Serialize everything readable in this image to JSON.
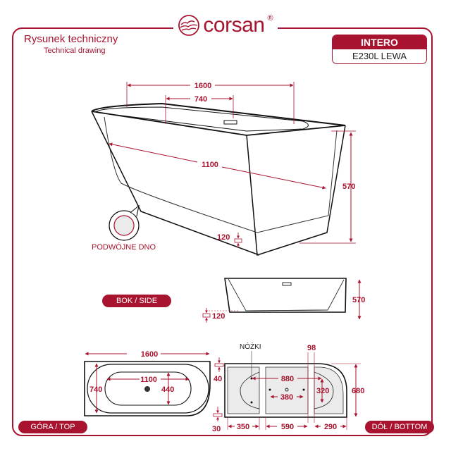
{
  "brand": {
    "name": "corsan",
    "registered": "®",
    "accent_color": "#a8132f"
  },
  "header": {
    "title_pl": "Rysunek techniczny",
    "title_en": "Technical drawing"
  },
  "model": {
    "name": "INTERO",
    "code": "E230L LEWA"
  },
  "views": {
    "perspective": {
      "dims": {
        "length": "1600",
        "inner_length_top": "740",
        "inner_length": "1100",
        "height": "570",
        "bottom_thickness": "120"
      },
      "callout": "PODWÓJNE DNO"
    },
    "side": {
      "label": "BOK / SIDE",
      "dims": {
        "height": "570",
        "bottom_thickness": "120"
      }
    },
    "top": {
      "label": "GÓRA / TOP",
      "dims": {
        "length": "1600",
        "width": "740",
        "inner_length": "1100",
        "inner_width": "440",
        "rim_top": "40",
        "rim_bottom": "30"
      }
    },
    "bottom": {
      "label": "DÓŁ / BOTTOM",
      "feet_label": "NÓŻKI",
      "dims": {
        "feet_spacing": "880",
        "feet_inner": "380",
        "feet_width": "320",
        "depth": "680",
        "gap": "98",
        "seg1": "350",
        "seg2": "590",
        "seg3": "290"
      }
    }
  }
}
